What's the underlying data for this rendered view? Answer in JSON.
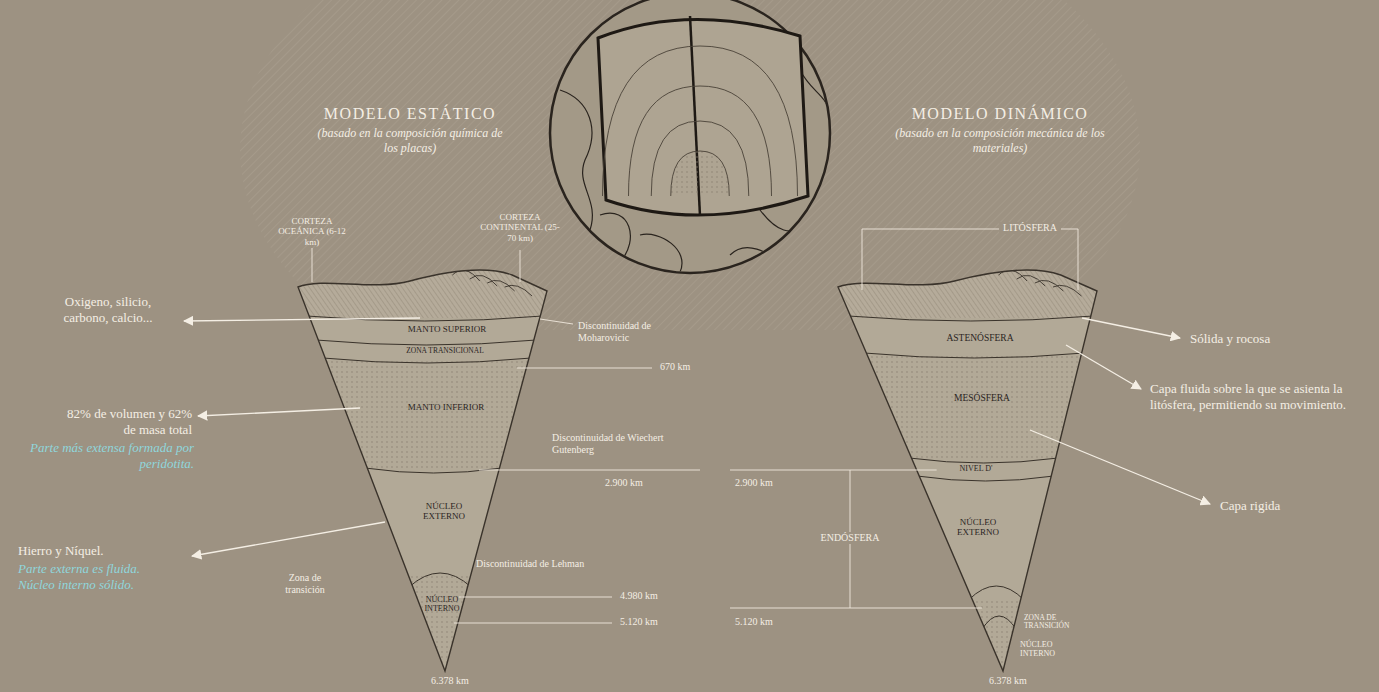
{
  "diagram": {
    "nodes": [
      {
        "text": [
          "MANTO SUPERIOR"
        ]
      },
      {
        "text": [
          "ZONA TRANSICIONAL"
        ]
      },
      {
        "text": [
          "MANTO INFERIOR"
        ]
      },
      {
        "text": [
          "NÚCLEO EXTERNO"
        ]
      },
      {
        "text": [
          "NÚCLEO INTERNO"
        ]
      },
      {
        "text": [
          "ASTENÓSFERA"
        ]
      },
      {
        "text": [
          "MESÓSFERA"
        ]
      },
      {
        "text": [
          "NIVEL D'"
        ]
      },
      {
        "text": [
          "NÚCLEO EXTERNO"
        ]
      },
      {
        "text": [
          "ZONA DE TRANSICIÓN"
        ]
      },
      {
        "text": [
          "NÚCLEO INTERNO"
        ]
      }
    ],
    "labels": [
      "MODELO ESTÁTICO",
      "(basado en la composición química de los placas)",
      "MODELO DINÁMICO",
      "(basado en la composición mecánica de los materiales)",
      "CORTEZA OCEÁNICA (6-12 km)",
      "CORTEZA CONTINENTAL (25-70 km)",
      "Oxigeno, silicio, carbono, calcio...",
      "Discontinuidad de Moharovicic",
      "670 km",
      "82% de volumen y 62% de masa total",
      "Parte más extensa formada por peridotita.",
      "Discontinuidad de Wiechert Gutenberg",
      "2.900 km",
      "2.900 km",
      "ENDÓSFERA",
      "Hierro y Níquel.",
      "Parte externa es fluida. Núcleo interno sólido.",
      "Zona de transición",
      "Discontinuidad de Lehman",
      "4.980 km",
      "5.120 km",
      "5.120 km",
      "6.378 km",
      "6.378 km",
      "LITÓSFERA",
      "Sólida y rocosa",
      "Capa fluida sobre la que se asienta la litósfera, permitiendo su movimiento.",
      "Capa rigida"
    ]
  }
}
